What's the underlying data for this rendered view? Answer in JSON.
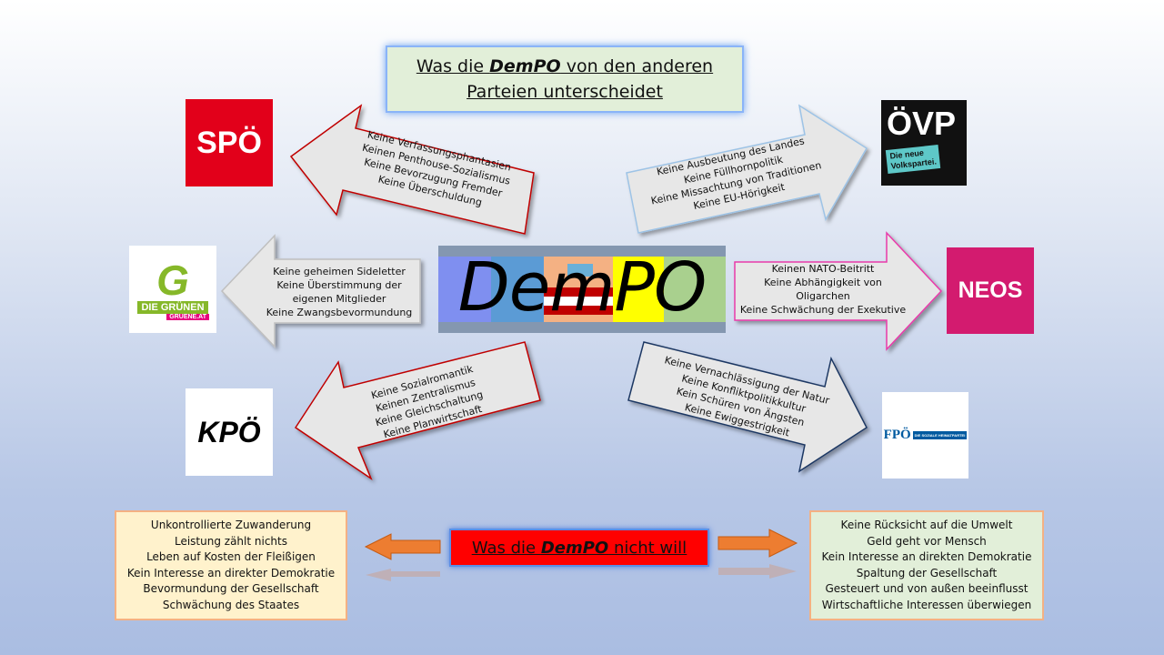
{
  "title": {
    "line1_pre": "Was die ",
    "line1_em": "DemPO",
    "line1_post": " von den anderen",
    "line2": "Parteien unterscheidet"
  },
  "center_logo": "DemPO",
  "parties": {
    "spoe": "SPÖ",
    "oevp_main": "ÖVP",
    "oevp_sub1": "Die neue",
    "oevp_sub2": "Volkspartei.",
    "gruene_main": "DIE GRÜNEN",
    "gruene_sub": "GRUENE.AT",
    "neos": "NEOS",
    "kpoe": "KPÖ",
    "fpoe": "FPÖ",
    "fpoe_sub": "DIE SOZIALE HEIMATPARTEI"
  },
  "arrows": {
    "spoe": [
      "Keine Verfassungsphantasien",
      "Keinen Penthouse-Sozialismus",
      "Keine Bevorzugung Fremder",
      "Keine Überschuldung"
    ],
    "oevp": [
      "Keine Ausbeutung des Landes",
      "Keine Füllhornpolitik",
      "Keine Missachtung von Traditionen",
      "Keine EU-Hörigkeit"
    ],
    "gruene": [
      "Keine geheimen Sideletter",
      "Keine Überstimmung der",
      "eigenen Mitglieder",
      "Keine Zwangsbevormundung"
    ],
    "neos": [
      "Keinen NATO-Beitritt",
      "Keine Abhängigkeit von",
      "Oligarchen",
      "Keine Schwächung der Exekutive"
    ],
    "kpoe": [
      "Keine Sozialromantik",
      "Keinen Zentralismus",
      "Keine Gleichschaltung",
      "Keine Planwirtschaft"
    ],
    "fpoe": [
      "Keine Vernachlässigung der Natur",
      "Keine Konfliktpolitikkultur",
      "Kein Schüren von Ängsten",
      "Keine Ewiggestrigkeit"
    ]
  },
  "not_will": {
    "pre": "Was die ",
    "em": "DemPO",
    "post": " nicht will"
  },
  "left_list": [
    "Unkontrollierte Zuwanderung",
    "Leistung zählt nichts",
    "Leben auf Kosten der Fleißigen",
    "Kein Interesse an direkter Demokratie",
    "Bevormundung der Gesellschaft",
    "Schwächung des Staates"
  ],
  "right_list": [
    "Keine Rücksicht auf die Umwelt",
    "Geld geht vor Mensch",
    "Kein Interesse an direkten Demokratie",
    "Spaltung der Gesellschaft",
    "Gesteuert und von außen beeinflusst",
    "Wirtschaftliche Interessen überwiegen"
  ],
  "colors": {
    "spoe": "#e2001a",
    "oevp": "#111111",
    "oevp_teal": "#5ec8c8",
    "gruene": "#86b829",
    "gruene_pink": "#e6007e",
    "neos": "#d31b6f",
    "kpoe": "#000000",
    "fpoe": "#005aa0",
    "arrow_fill": "#e7e7e7",
    "title_box": "#e2efd9",
    "not_will_box": "#ff0000",
    "left_list_bg": "#fff2cc",
    "right_list_bg": "#e2efd9",
    "small_arrow": "#ed7d31"
  }
}
